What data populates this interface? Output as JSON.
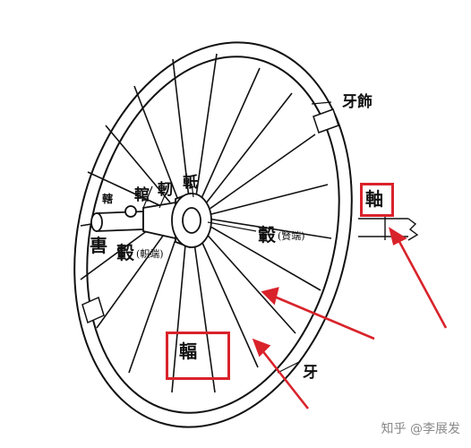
{
  "labels": {
    "ya_shi": "牙飾",
    "zhou": "軸",
    "gu_xian": "轂",
    "gu_xian_note": "(賢端)",
    "gu_zhi": "轂",
    "gu_zhi_note": "(軹端)",
    "ya": "牙",
    "fu": "輻",
    "guan": "輨",
    "ren": "軔",
    "zhou2": "軝",
    "xia": "轄",
    "wei": "軎"
  },
  "colors": {
    "highlight": "#d9232b",
    "ink": "#111111"
  },
  "watermark": "知乎 @李展发"
}
